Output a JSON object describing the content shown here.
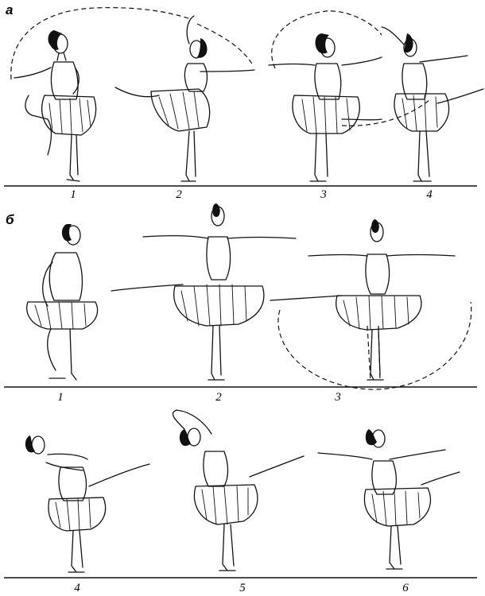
{
  "sections": [
    {
      "label": "а",
      "figures": [
        "1",
        "2",
        "3",
        "4"
      ]
    },
    {
      "label": "б",
      "figures": [
        "1",
        "2",
        "3",
        "4",
        "5",
        "6"
      ]
    }
  ]
}
